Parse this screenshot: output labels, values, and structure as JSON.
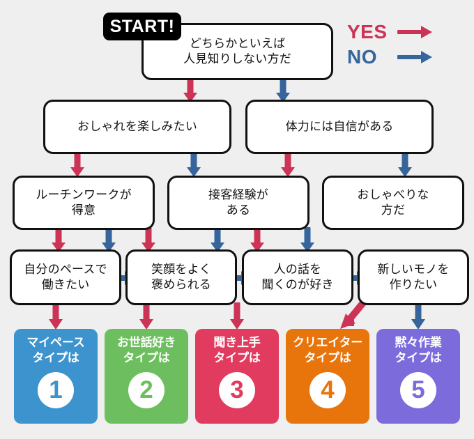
{
  "colors": {
    "background": "#efefef",
    "yes": "#cc3355",
    "no": "#36659c",
    "box_border": "#111111",
    "box_fill": "#ffffff",
    "start_bg": "#000000",
    "result1": "#3d93ce",
    "result2": "#6dbe5e",
    "result3": "#e13b5f",
    "result4": "#e8740c",
    "result5": "#7b6bdb"
  },
  "start": {
    "label": "START!"
  },
  "legend": {
    "yes": {
      "label": "YES",
      "arrow": "right-arrow"
    },
    "no": {
      "label": "NO",
      "arrow": "right-arrow"
    }
  },
  "questions": {
    "q1": "どちらかといえば\n人見知りしない方だ",
    "q2a": "おしゃれを楽しみたい",
    "q2b": "体力には自信がある",
    "q3a": "ルーチンワークが\n得意",
    "q3b": "接客経験が\nある",
    "q3c": "おしゃべりな\n方だ",
    "q4a": "自分のペースで\n働きたい",
    "q4b": "笑顔をよく\n褒められる",
    "q4c": "人の話を\n聞くのが好き",
    "q4d": "新しいモノを\n作りたい"
  },
  "results": [
    {
      "title": "マイペース\nタイプは",
      "number": "1",
      "color": "#3d93ce"
    },
    {
      "title": "お世話好き\nタイプは",
      "number": "2",
      "color": "#6dbe5e"
    },
    {
      "title": "聞き上手\nタイプは",
      "number": "3",
      "color": "#e13b5f"
    },
    {
      "title": "クリエイター\nタイプは",
      "number": "4",
      "color": "#e8740c"
    },
    {
      "title": "黙々作業\nタイプは",
      "number": "5",
      "color": "#7b6bdb"
    }
  ]
}
